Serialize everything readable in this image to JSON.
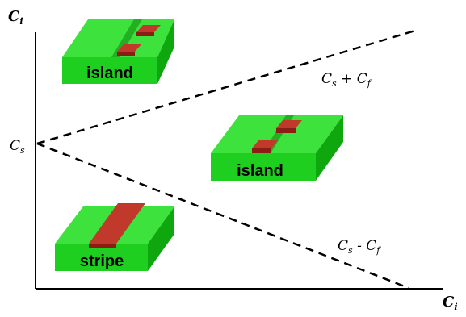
{
  "axes": {
    "y_label_main": "C",
    "y_label_sub": "i",
    "x_label_main": "C",
    "x_label_sub": "i",
    "origin_label_main": "C",
    "origin_label_sub": "s"
  },
  "lines": {
    "upper": {
      "label_a": "C",
      "label_a_sub": "s",
      "op": "+",
      "label_b": "C",
      "label_b_sub": "f"
    },
    "lower": {
      "label_a": "C",
      "label_a_sub": "s",
      "op": "-",
      "label_b": "C",
      "label_b_sub": "f"
    }
  },
  "blocks": {
    "top_left": {
      "label": "island"
    },
    "middle_right": {
      "label": "island"
    },
    "bottom_left": {
      "label": "stripe"
    }
  },
  "colors": {
    "green_front": "#1fcf1f",
    "green_top": "#3de23d",
    "green_side": "#0ea80e",
    "green_groove": "#22b022",
    "red_top": "#c0392b",
    "red_side": "#8b1e14",
    "line": "#000000"
  }
}
